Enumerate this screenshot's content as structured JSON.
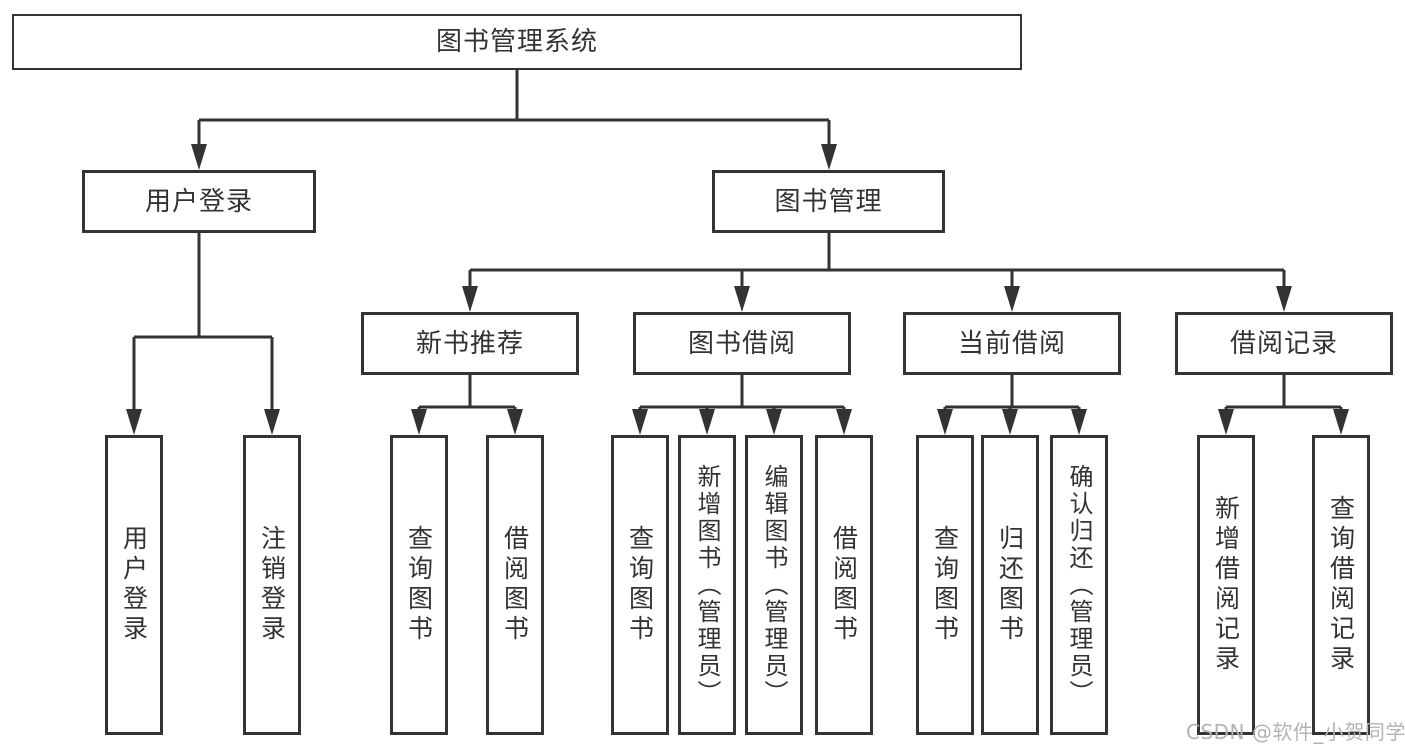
{
  "diagram": {
    "root": {
      "label": "图书管理系统"
    },
    "level2": {
      "user_login": {
        "label": "用户登录"
      },
      "book_management": {
        "label": "图书管理"
      }
    },
    "level3": {
      "new_book_recommend": {
        "label": "新书推荐"
      },
      "book_borrow": {
        "label": "图书借阅"
      },
      "current_borrow": {
        "label": "当前借阅"
      },
      "borrow_records": {
        "label": "借阅记录"
      }
    },
    "leaves": {
      "user_login": [
        "用户登录",
        "注销登录"
      ],
      "new_book_recommend": [
        "查询图书",
        "借阅图书"
      ],
      "book_borrow": [
        "查询图书",
        "新增图书（管理员）",
        "编辑图书（管理员）",
        "借阅图书"
      ],
      "current_borrow": [
        "查询图书",
        "归还图书",
        "确认归还（管理员）"
      ],
      "borrow_records": [
        "新增借阅记录",
        "查询借阅记录"
      ]
    },
    "colors": {
      "line": "#333333",
      "text": "#333333",
      "background": "#ffffff",
      "watermark": "#b3b3b3"
    },
    "watermark": "CSDN @软件_小贺同学"
  }
}
